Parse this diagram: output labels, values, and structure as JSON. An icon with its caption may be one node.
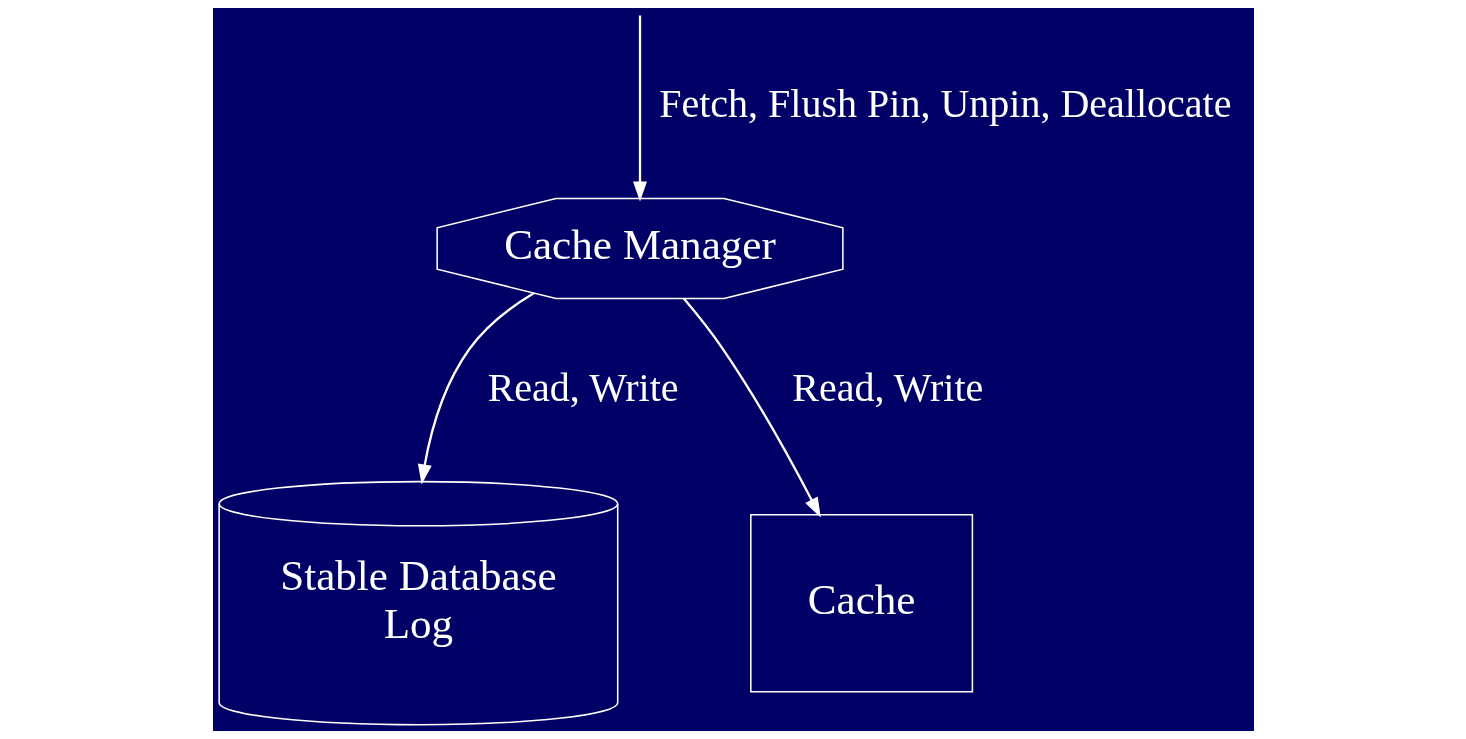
{
  "diagram": {
    "nodes": [
      {
        "text": [
          "Cache Manager"
        ]
      },
      {
        "text": [
          "Stable Database",
          "Log"
        ]
      },
      {
        "text": [
          "Cache"
        ]
      }
    ],
    "edges": [
      {
        "from": null,
        "to": 0,
        "arrow": "to",
        "label": "Fetch, Flush Pin, Unpin, Deallocate"
      },
      {
        "from": 0,
        "to": 1,
        "arrow": "to",
        "label": "Read, Write"
      },
      {
        "from": 0,
        "to": 2,
        "arrow": "to",
        "label": "Read, Write"
      }
    ]
  }
}
